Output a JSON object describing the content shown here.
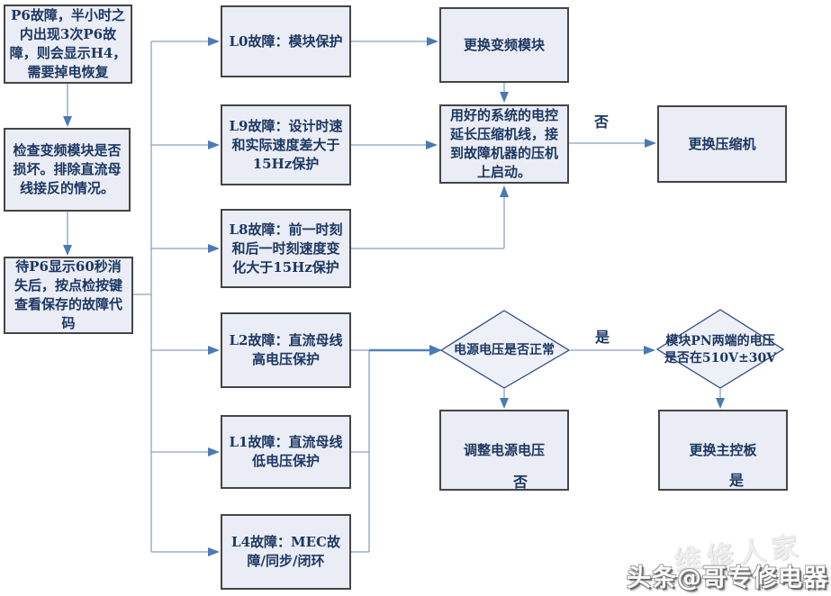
{
  "diagram": {
    "background": "#ffffff",
    "colors": {
      "box_fill": "#eaedf5",
      "box_border": "#454545",
      "diamond_border": "#2e4a85",
      "line": "#8ba1c2",
      "arrow": "#4a7ab5",
      "text": "#1c3763"
    },
    "nodes": {
      "p6_fault": {
        "label": "P6故障，半小时之内出现3次P6故障，则会显示H4，需要掉电恢复"
      },
      "check_module": {
        "label": "检查变频模块是否损坏。排除直流母线接反的情况。"
      },
      "wait_p6": {
        "label": "待P6显示60秒消失后，按点检按键查看保存的故障代码"
      },
      "l0": {
        "label": "L0故障：模块保护"
      },
      "l9": {
        "label": "L9故障：设计时速和实际速度差大于15Hz保护"
      },
      "l8": {
        "label": "L8故障：前一时刻和后一时刻速度变化大于15Hz保护"
      },
      "l2": {
        "label": "L2故障：直流母线高电压保护"
      },
      "l1": {
        "label": "L1故障：直流母线低电压保护"
      },
      "l4": {
        "label": "L4故障：MEC故障/同步/闭环"
      },
      "replace_module": {
        "label": "更换变频模块"
      },
      "test_compressor": {
        "label": "用好的系统的电控延长压缩机线，接到故障机器的压机上启动。"
      },
      "replace_compressor": {
        "label": "更换压缩机"
      },
      "power_voltage": {
        "label": "电源电压是否正常"
      },
      "adjust_voltage": {
        "label": "调整电源电压"
      },
      "pn_voltage": {
        "label": "模块PN两端的电压是否在510V±30V"
      },
      "replace_mainboard": {
        "label": "更换主控板"
      }
    },
    "edge_labels": {
      "test_no": "否",
      "power_yes": "是",
      "adjust_no": "否",
      "mainboard_yes": "是"
    },
    "watermark": {
      "byline": "头条@哥专修电器",
      "site": "维修人家"
    }
  }
}
